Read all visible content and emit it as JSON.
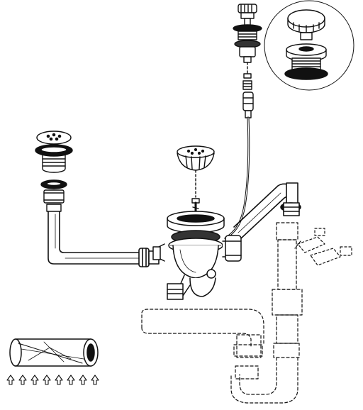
{
  "diagram": {
    "kind": "exploded-view",
    "colors": {
      "ink": "#111111",
      "paper": "#ffffff",
      "shade": "#bdbdbd",
      "dark": "#333333"
    },
    "components": [
      {
        "id": "overflow-knob",
        "icon": "knurled-knob-icon"
      },
      {
        "id": "overflow-valve-detail",
        "icon": "magnifier-circle-icon"
      },
      {
        "id": "cable-control",
        "icon": "bowden-cable-icon"
      },
      {
        "id": "basket-strainer-left",
        "icon": "strainer-icon"
      },
      {
        "id": "basket-strainer-center",
        "icon": "basket-icon"
      },
      {
        "id": "main-drain-body",
        "icon": "drain-body-icon"
      },
      {
        "id": "connection-pipe",
        "icon": "pipe-icon"
      },
      {
        "id": "overflow-pipe",
        "icon": "pipe-icon"
      },
      {
        "id": "trap-assembly",
        "icon": "siphon-trap-icon"
      },
      {
        "id": "optional-dashed-trap",
        "icon": "dashed-trap-icon"
      },
      {
        "id": "appliance-branch",
        "icon": "branch-connector-icon"
      },
      {
        "id": "tube-sample",
        "icon": "tube-icon"
      },
      {
        "id": "arrow-markers",
        "icon": "up-arrow-icon",
        "count": 8
      }
    ]
  }
}
